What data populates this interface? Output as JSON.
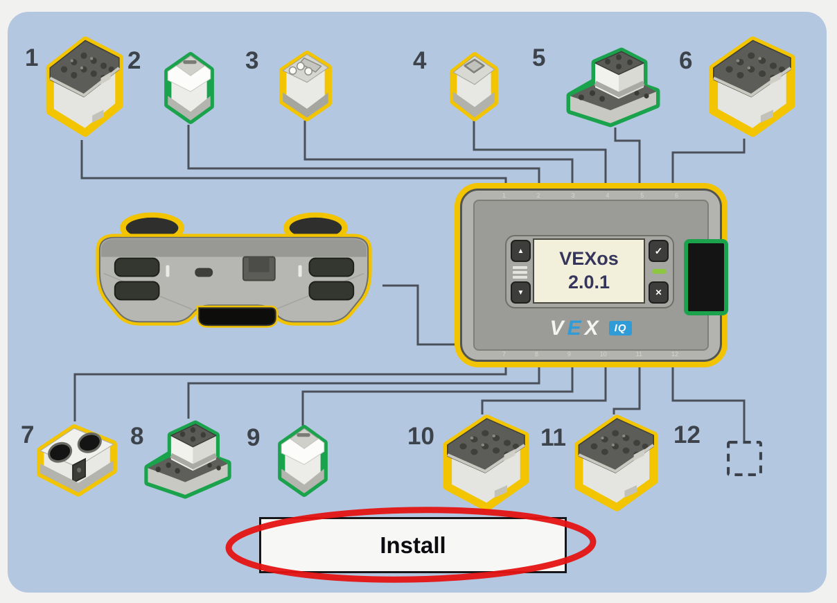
{
  "diagram": {
    "devices": [
      {
        "port": "1",
        "type": "smart-motor",
        "status": "update-available",
        "outline_color": "#f2c500"
      },
      {
        "port": "2",
        "type": "touch-led",
        "status": "up-to-date",
        "outline_color": "#1aa24c"
      },
      {
        "port": "3",
        "type": "color-sensor",
        "status": "update-available",
        "outline_color": "#f2c500"
      },
      {
        "port": "4",
        "type": "bumper-switch",
        "status": "update-available",
        "outline_color": "#f2c500"
      },
      {
        "port": "5",
        "type": "gyro-sensor",
        "status": "up-to-date",
        "outline_color": "#1aa24c"
      },
      {
        "port": "6",
        "type": "smart-motor",
        "status": "update-available",
        "outline_color": "#f2c500"
      },
      {
        "port": "7",
        "type": "distance-sensor",
        "status": "update-available",
        "outline_color": "#f2c500"
      },
      {
        "port": "8",
        "type": "gyro-sensor",
        "status": "up-to-date",
        "outline_color": "#1aa24c"
      },
      {
        "port": "9",
        "type": "touch-led",
        "status": "up-to-date",
        "outline_color": "#1aa24c"
      },
      {
        "port": "10",
        "type": "smart-motor",
        "status": "update-available",
        "outline_color": "#f2c500"
      },
      {
        "port": "11",
        "type": "smart-motor",
        "status": "update-available",
        "outline_color": "#f2c500"
      },
      {
        "port": "12",
        "type": "empty-port",
        "status": "empty",
        "outline_color": "none"
      }
    ],
    "controller": {
      "type": "controller",
      "status": "update-available",
      "outline_color": "#f2c400"
    }
  },
  "brain": {
    "screen": {
      "line1": "VEXos",
      "line2": "2.0.1"
    },
    "logo": {
      "v": "V",
      "e": "E",
      "x": "X",
      "iq": "IQ"
    },
    "top_ports": [
      "1",
      "2",
      "3",
      "4",
      "5",
      "6"
    ],
    "bottom_ports": [
      "7",
      "8",
      "9",
      "10",
      "11",
      "12"
    ],
    "buttons": {
      "up": "▲",
      "down": "▼",
      "confirm": "✓",
      "cancel": "✕"
    }
  },
  "footer": {
    "install_label": "Install"
  },
  "colors": {
    "panel_background": "#b4c7e0",
    "update_available_outline": "#f2c500",
    "up_to_date_outline": "#1aa24c",
    "annotation_red": "#e41413",
    "wire": "#49505a",
    "brain_led_green": "#8dc63f",
    "screen_background": "#f2f0da",
    "logo_blue": "#2f9cd8"
  }
}
